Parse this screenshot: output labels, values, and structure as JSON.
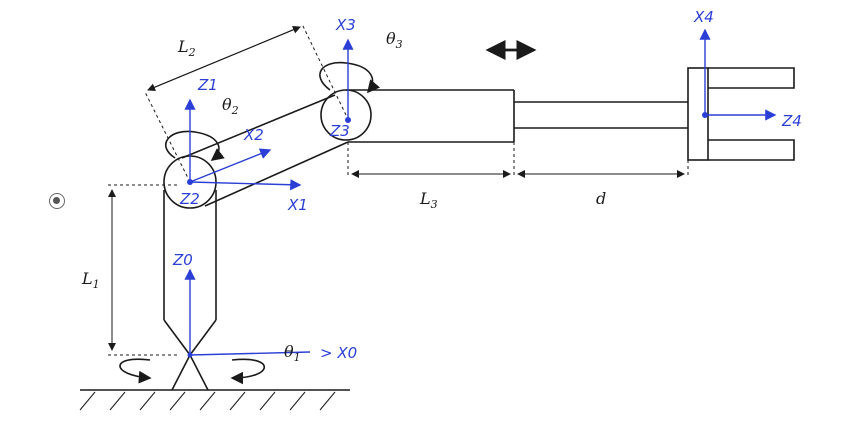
{
  "labels": {
    "L1": "L",
    "L1_sub": "1",
    "L2": "L",
    "L2_sub": "2",
    "L3": "L",
    "L3_sub": "3",
    "d": "d",
    "theta1": "θ",
    "theta1_sub": "1",
    "theta2": "θ",
    "theta2_sub": "2",
    "theta3": "θ",
    "theta3_sub": "3"
  },
  "frames": {
    "z0": "Z0",
    "x0": "> X0",
    "z1": "Z1",
    "x1": "X1",
    "x2": "X2",
    "z2": "Z2",
    "x3": "X3",
    "z3": "Z3",
    "x4": "X4",
    "z4": "Z4"
  },
  "colors": {
    "ink": "#1a1a1a",
    "handwriting": "#2b3fd6"
  }
}
